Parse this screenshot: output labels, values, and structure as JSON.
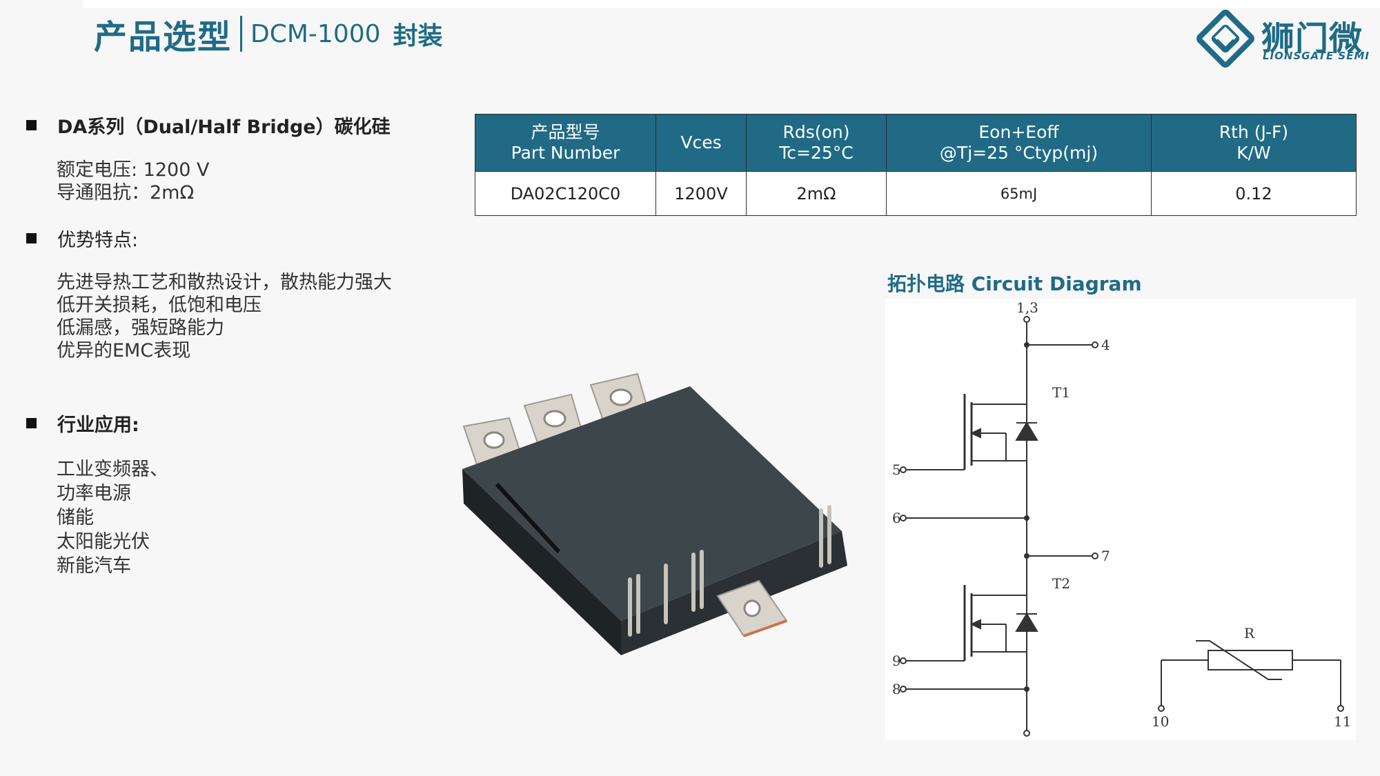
{
  "header": {
    "title_cn": "产品选型",
    "model": "DCM-1000",
    "package": "封装"
  },
  "logo": {
    "name_cn": "狮门微",
    "name_en": "LIONSGATE SEMI",
    "icon": "diamond-logo-icon"
  },
  "left": {
    "series_title": "DA系列（Dual/Half Bridge）碳化硅",
    "specs": [
      "额定电压: 1200 V",
      "导通阻抗：2mΩ"
    ],
    "advantages_title": "优势特点:",
    "advantages": [
      "先进导热工艺和散热设计，散热能力强大",
      "低开关损耗，低饱和电压",
      "低漏感，强短路能力",
      "优异的EMC表现"
    ],
    "applications_title": "行业应用:",
    "applications": [
      "工业变频器、",
      "功率电源",
      "储能",
      "太阳能光伏",
      "新能汽车"
    ]
  },
  "table": {
    "headers": [
      [
        "产品型号",
        "Part Number"
      ],
      [
        "Vces"
      ],
      [
        "Rds(on)",
        "Tc=25°C"
      ],
      [
        "Eon+Eoff",
        "@Tj=25 °Ctyp(mj)"
      ],
      [
        "Rth (J-F)",
        "K/W"
      ]
    ],
    "rows": [
      [
        "DA02C120C0",
        "1200V",
        "2mΩ",
        "65mJ",
        "0.12"
      ]
    ]
  },
  "circuit": {
    "title": "拓扑电路  Circuit Diagram",
    "labels": {
      "top": "1,3",
      "p4": "4",
      "t1": "T1",
      "p5": "5",
      "p6": "6",
      "p7": "7",
      "t2": "T2",
      "p9": "9",
      "p8": "8",
      "r": "R",
      "p10": "10",
      "p11": "11"
    }
  },
  "colors": {
    "accent": "#1f6b87",
    "table_header": "#206a86",
    "module_body": "#3b4449",
    "tab_metal": "#d6d2c8"
  }
}
